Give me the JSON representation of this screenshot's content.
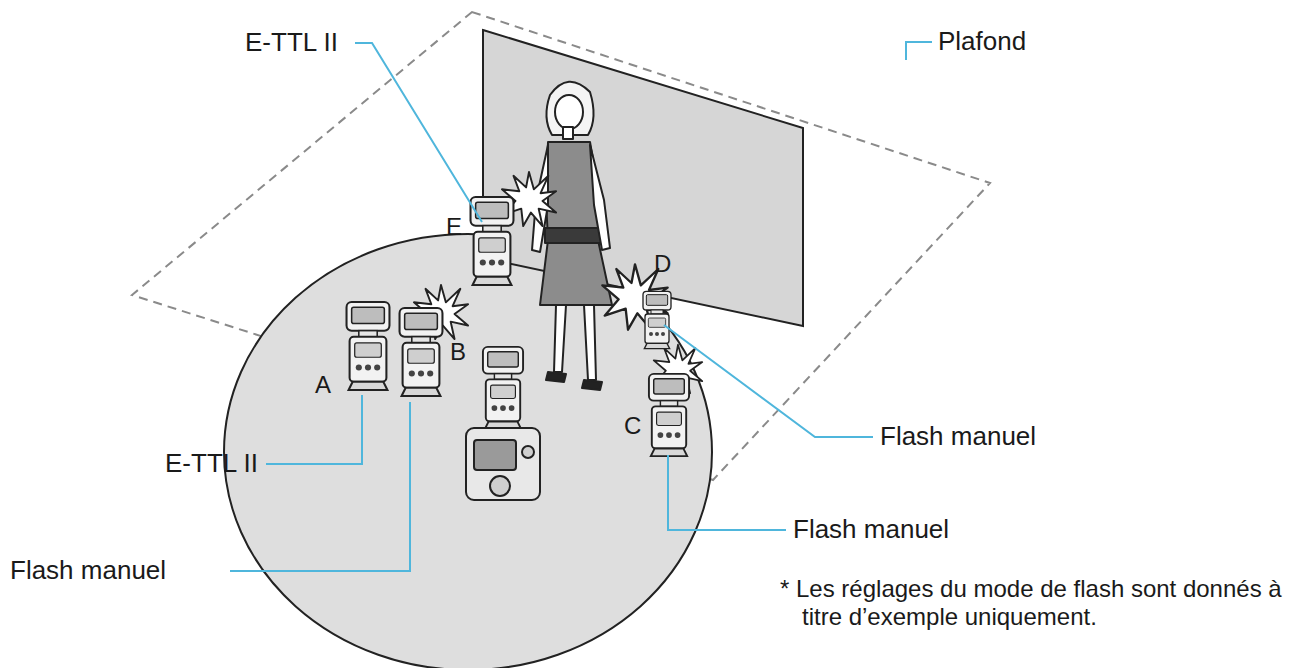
{
  "diagram": {
    "labels": [
      "E-TTL II",
      "Plafond",
      "E",
      "D",
      "A",
      "B",
      "C",
      "E-TTL II",
      "Flash manuel",
      "Flash manuel",
      "Flash manuel",
      "* Les réglages du mode de flash sont donnés à titre d’exemple uniquement."
    ]
  }
}
